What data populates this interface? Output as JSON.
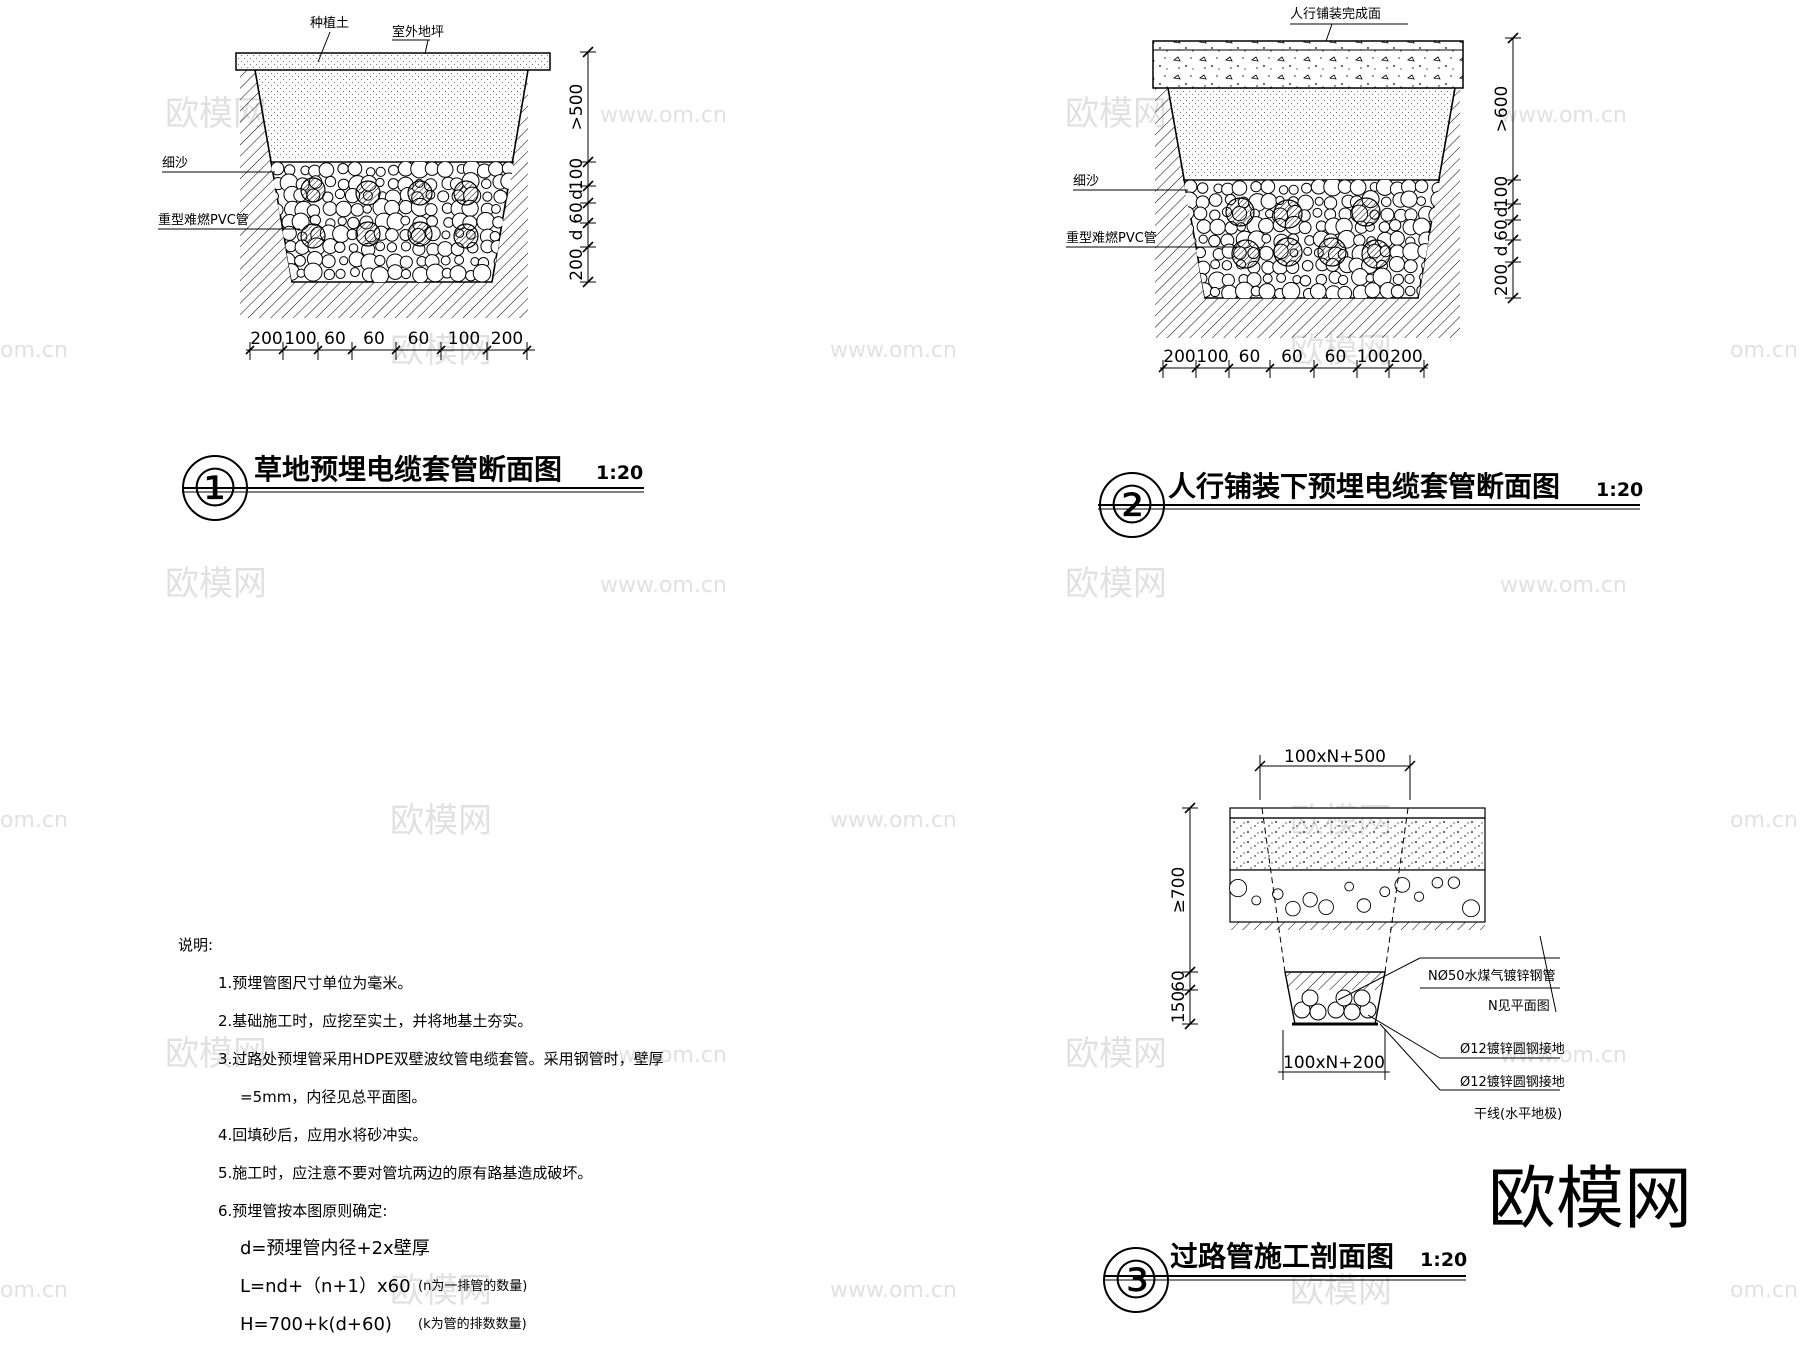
{
  "detail1": {
    "number": "①",
    "title": "草地预埋电缆套管断面图",
    "scale": "1:20",
    "labels": {
      "planting_soil": "种植土",
      "outdoor_ground": "室外地坪",
      "fine_sand": "细沙",
      "pvc_pipe": "重型难燃PVC管"
    },
    "vertical_dims": [
      ">500",
      "100",
      "d",
      "60",
      "d",
      "200"
    ],
    "horizontal_dims": [
      "200",
      "100",
      "60",
      "60",
      "60",
      "100",
      "200"
    ]
  },
  "detail2": {
    "number": "②",
    "title": "人行铺装下预埋电缆套管断面图",
    "scale": "1:20",
    "labels": {
      "paving_finish": "人行铺装完成面",
      "fine_sand": "细沙",
      "pvc_pipe": "重型难燃PVC管"
    },
    "vertical_dims": [
      ">600",
      "100",
      "d",
      "60",
      "d",
      "200"
    ],
    "horizontal_dims": [
      "200",
      "100",
      "60",
      "60",
      "60",
      "100",
      "200"
    ]
  },
  "detail3": {
    "number": "③",
    "title": "过路管施工剖面图",
    "scale": "1:20",
    "top_width": "100xN+500",
    "bottom_width": "100xN+200",
    "vertical_dims": [
      "≥700",
      "150",
      "60"
    ],
    "labels": {
      "steel_pipe": "NØ50水煤气镀锌钢管",
      "see_plan": "N见平面图",
      "ground_wire_1": "Ø12镀锌圆钢接地",
      "ground_wire_2": "Ø12镀锌圆钢接地",
      "main_line": "干线(水平地极)"
    }
  },
  "notes": {
    "title": "说明:",
    "items": [
      "1.预埋管图尺寸单位为毫米。",
      "2.基础施工时，应挖至实土，并将地基土夯实。",
      "3.过路处预埋管采用HDPE双壁波纹管电缆套管。采用钢管时，壁厚",
      "=5mm，内径见总平面图。",
      "4.回填砂后，应用水将砂冲实。",
      "5.施工时，应注意不要对管坑两边的原有路基造成破坏。",
      "6.预埋管按本图原则确定:"
    ],
    "formulas": [
      "d=预埋管内径+2x壁厚",
      "L=nd+（n+1）x60",
      "H=700+k(d+60)"
    ],
    "formula_notes": [
      "(n为一排管的数量)",
      "(k为管的排数数量)"
    ]
  },
  "watermark": {
    "brand": "欧模网",
    "url": "www.om.cn",
    "url_cut": "om.cn"
  }
}
